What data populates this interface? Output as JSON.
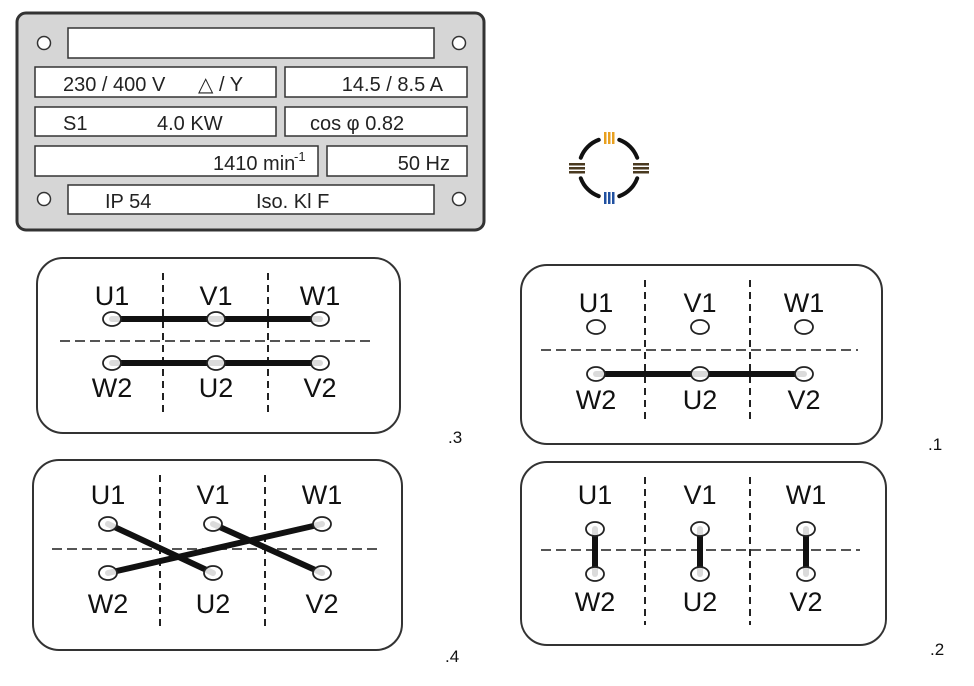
{
  "nameplate": {
    "title": "",
    "voltage": "230 / 400 V",
    "connection_symbols": "△ / Y",
    "current": "14.5 / 8.5 A",
    "duty": "S1",
    "power": "4.0 KW",
    "power_factor": "cos φ 0.82",
    "speed": "1410 min",
    "speed_exp": "-1",
    "frequency": "50 Hz",
    "protection": "IP 54",
    "insulation": "Iso. Kl F"
  },
  "logo": {
    "colors": {
      "top": "#e8a020",
      "bottom": "#2050a0",
      "side": "#4a3a20",
      "ring": "#111111"
    }
  },
  "diagrams": [
    {
      "caption": ".3",
      "top": [
        "U1",
        "V1",
        "W1"
      ],
      "bottom": [
        "W2",
        "U2",
        "V2"
      ],
      "connections": [
        [
          "U1",
          "V1"
        ],
        [
          "V1",
          "W1"
        ],
        [
          "W2",
          "U2"
        ],
        [
          "U2",
          "V2"
        ]
      ]
    },
    {
      "caption": ".1",
      "top": [
        "U1",
        "V1",
        "W1"
      ],
      "bottom": [
        "W2",
        "U2",
        "V2"
      ],
      "connections": [
        [
          "W2",
          "U2"
        ],
        [
          "U2",
          "V2"
        ]
      ]
    },
    {
      "caption": ".4",
      "top": [
        "U1",
        "V1",
        "W1"
      ],
      "bottom": [
        "W2",
        "U2",
        "V2"
      ],
      "connections": [
        [
          "U1",
          "U2"
        ],
        [
          "V1",
          "V2"
        ],
        [
          "W1",
          "W2"
        ]
      ]
    },
    {
      "caption": ".2",
      "top": [
        "U1",
        "V1",
        "W1"
      ],
      "bottom": [
        "W2",
        "U2",
        "V2"
      ],
      "connections": [
        [
          "U1",
          "W2"
        ],
        [
          "V1",
          "U2"
        ],
        [
          "W1",
          "V2"
        ]
      ]
    }
  ]
}
